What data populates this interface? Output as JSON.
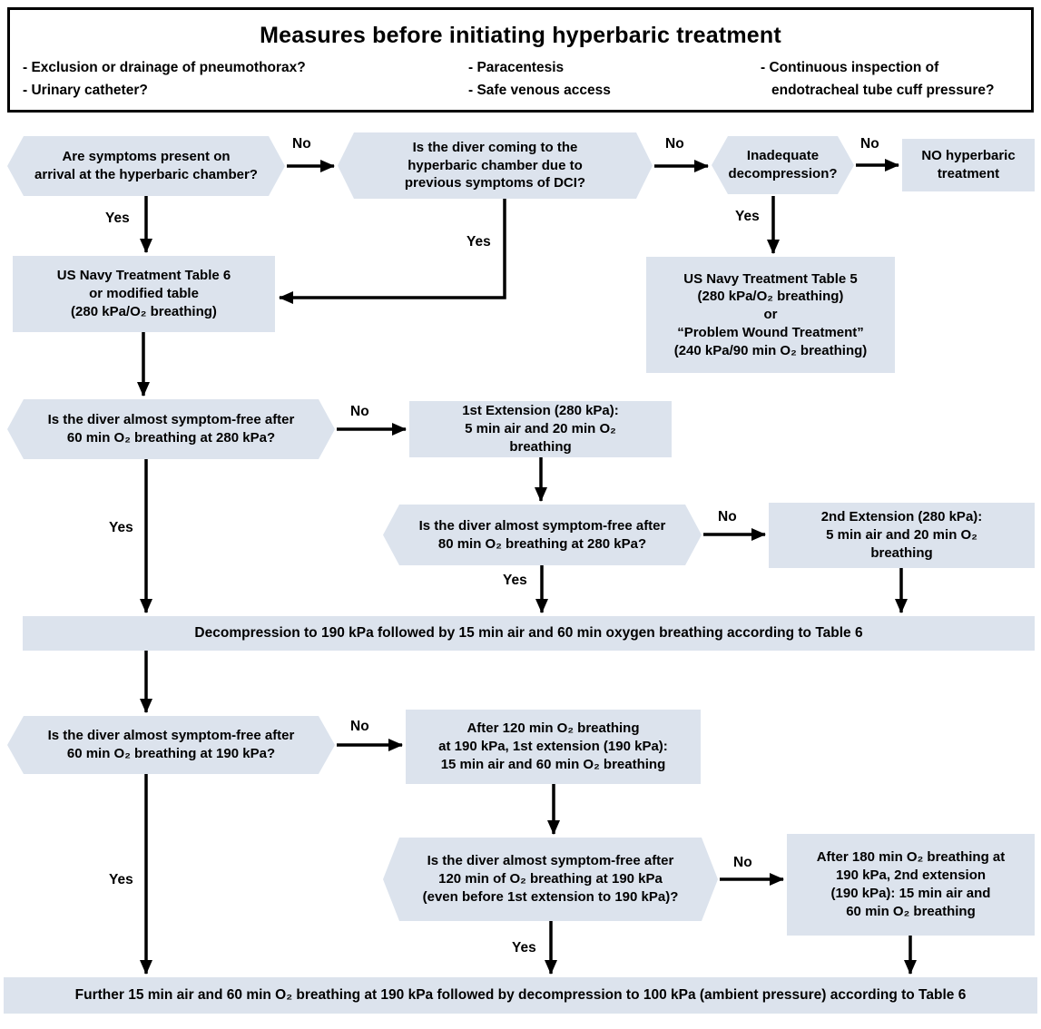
{
  "header": {
    "title": "Measures before initiating hyperbaric treatment",
    "col1": [
      "- Exclusion or drainage of pneumothorax?",
      "- Urinary catheter?"
    ],
    "col2": [
      "- Paracentesis",
      "- Safe venous access"
    ],
    "col3": [
      "- Continuous inspection of",
      "endotracheal tube cuff pressure?"
    ]
  },
  "labels": {
    "yes": "Yes",
    "no": "No"
  },
  "nodes": {
    "symptoms_arrival": "Are symptoms present on\narrival at the hyperbaric chamber?",
    "coming_due_dci": "Is the diver coming to the\nhyperbaric chamber due to\nprevious symptoms of DCI?",
    "inadequate_decompression": "Inadequate\ndecompression?",
    "no_treatment": "NO hyperbaric\ntreatment",
    "table6": "US Navy Treatment Table 6\nor modified table\n(280 kPa/O₂ breathing)",
    "table5": "US Navy Treatment Table 5\n(280 kPa/O₂ breathing)\nor\n“Problem Wound Treatment”\n(240 kPa/90 min O₂ breathing)",
    "symptom_free_60_280": "Is the diver almost symptom-free after\n60 min O₂ breathing at 280 kPa?",
    "ext1_280": "1st Extension (280 kPa):\n5 min air and 20 min O₂\nbreathing",
    "symptom_free_80_280": "Is the diver almost symptom-free after\n80 min O₂ breathing at 280 kPa?",
    "ext2_280": "2nd Extension (280 kPa):\n5 min air and 20 min O₂\nbreathing",
    "decompression_190": "Decompression to 190 kPa followed by 15 min air and 60 min oxygen breathing according to Table 6",
    "symptom_free_60_190": "Is the diver almost symptom-free after\n60 min O₂ breathing at 190 kPa?",
    "ext1_190": "After 120 min O₂ breathing\nat 190 kPa, 1st extension (190 kPa):\n15 min air and 60 min O₂ breathing",
    "symptom_free_120_190": "Is the diver almost symptom-free after\n120 min of O₂ breathing at 190 kPa\n(even before 1st extension to 190 kPa)?",
    "ext2_190": "After 180 min O₂ breathing at\n190 kPa, 2nd extension\n(190 kPa): 15 min air and\n60 min O₂ breathing",
    "final_step": "Further 15 min air and 60 min O₂ breathing at 190 kPa followed by decompression to 100 kPa (ambient pressure) according to Table 6"
  },
  "colors": {
    "node_fill": "#dce3ed",
    "arrow": "#000000"
  }
}
